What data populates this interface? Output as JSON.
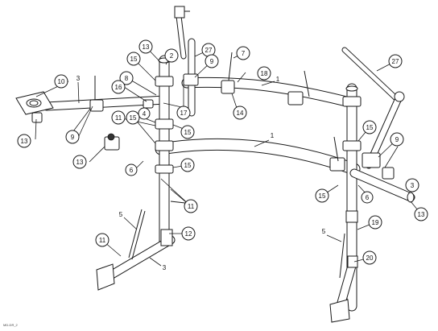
{
  "diagram": {
    "drawing_code": "MD-DR_2",
    "callouts": [
      {
        "id": "c-13-top",
        "label": "13"
      },
      {
        "id": "c-2",
        "label": "2"
      },
      {
        "id": "c-15-a",
        "label": "15"
      },
      {
        "id": "c-27-mid",
        "label": "27"
      },
      {
        "id": "c-9-top",
        "label": "9"
      },
      {
        "id": "c-7",
        "label": "7"
      },
      {
        "id": "c-10",
        "label": "10"
      },
      {
        "id": "c-8",
        "label": "8"
      },
      {
        "id": "c-16",
        "label": "16"
      },
      {
        "id": "c-17",
        "label": "17"
      },
      {
        "id": "c-15-b",
        "label": "15"
      },
      {
        "id": "c-11-a",
        "label": "11"
      },
      {
        "id": "c-4",
        "label": "4"
      },
      {
        "id": "c-15-c",
        "label": "15"
      },
      {
        "id": "c-13-left",
        "label": "13"
      },
      {
        "id": "c-9-left",
        "label": "9"
      },
      {
        "id": "c-18",
        "label": "18"
      },
      {
        "id": "c-14",
        "label": "14"
      },
      {
        "id": "c-15-d",
        "label": "15"
      },
      {
        "id": "c-13-mid",
        "label": "13"
      },
      {
        "id": "c-6-left",
        "label": "6"
      },
      {
        "id": "c-15-e",
        "label": "15"
      },
      {
        "id": "c-11-b",
        "label": "11"
      },
      {
        "id": "c-11-c",
        "label": "11"
      },
      {
        "id": "c-12",
        "label": "12"
      },
      {
        "id": "c-27-right",
        "label": "27"
      },
      {
        "id": "c-15-right",
        "label": "15"
      },
      {
        "id": "c-9-right",
        "label": "9"
      },
      {
        "id": "c-3-right",
        "label": "3"
      },
      {
        "id": "c-15-f",
        "label": "15"
      },
      {
        "id": "c-6-right",
        "label": "6"
      },
      {
        "id": "c-13-right",
        "label": "13"
      },
      {
        "id": "c-19",
        "label": "19"
      },
      {
        "id": "c-20",
        "label": "20"
      }
    ],
    "plain_labels": [
      {
        "id": "l-3-left",
        "label": "3"
      },
      {
        "id": "l-1-top",
        "label": "1"
      },
      {
        "id": "l-1-mid",
        "label": "1"
      },
      {
        "id": "l-5-left",
        "label": "5"
      },
      {
        "id": "l-3-bottom",
        "label": "3"
      },
      {
        "id": "l-5-right",
        "label": "5"
      }
    ]
  }
}
